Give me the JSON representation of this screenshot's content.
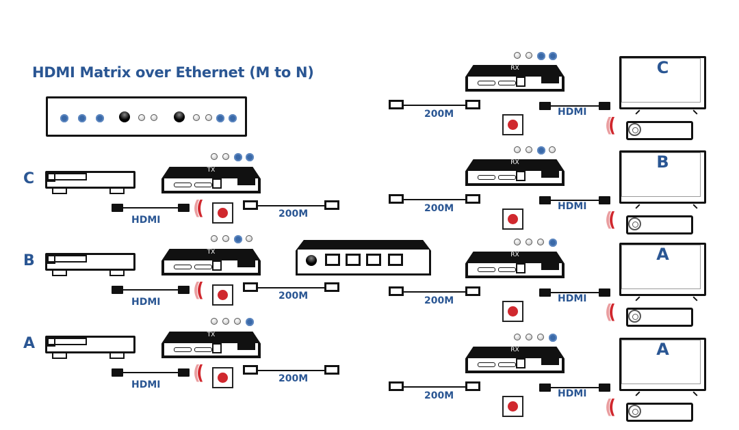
{
  "title": "HDMI Matrix over Ethernet (M to N)",
  "matrix_leds": [
    "b",
    "b",
    "b",
    "k",
    "g",
    "g",
    "k",
    "g",
    "g",
    "b",
    "b"
  ],
  "box_labels": {
    "tx": "TX",
    "rx": "RX"
  },
  "cable_labels": {
    "hdmi": "HDMI",
    "ethernet": "200M"
  },
  "transmitters": [
    {
      "source": "C",
      "leds": [
        "g",
        "g",
        "b",
        "b"
      ]
    },
    {
      "source": "B",
      "leds": [
        "g",
        "g",
        "b",
        "g"
      ]
    },
    {
      "source": "A",
      "leds": [
        "g",
        "g",
        "g",
        "b"
      ]
    }
  ],
  "receivers": [
    {
      "display": "C",
      "leds": [
        "g",
        "g",
        "b",
        "b"
      ]
    },
    {
      "display": "B",
      "leds": [
        "g",
        "g",
        "b",
        "g"
      ]
    },
    {
      "display": "A",
      "leds": [
        "g",
        "g",
        "g",
        "b"
      ]
    },
    {
      "display": "A",
      "leds": [
        "g",
        "g",
        "g",
        "b"
      ]
    }
  ],
  "colors": {
    "accent": "#2a5693",
    "ir_red": "#d0282e"
  }
}
